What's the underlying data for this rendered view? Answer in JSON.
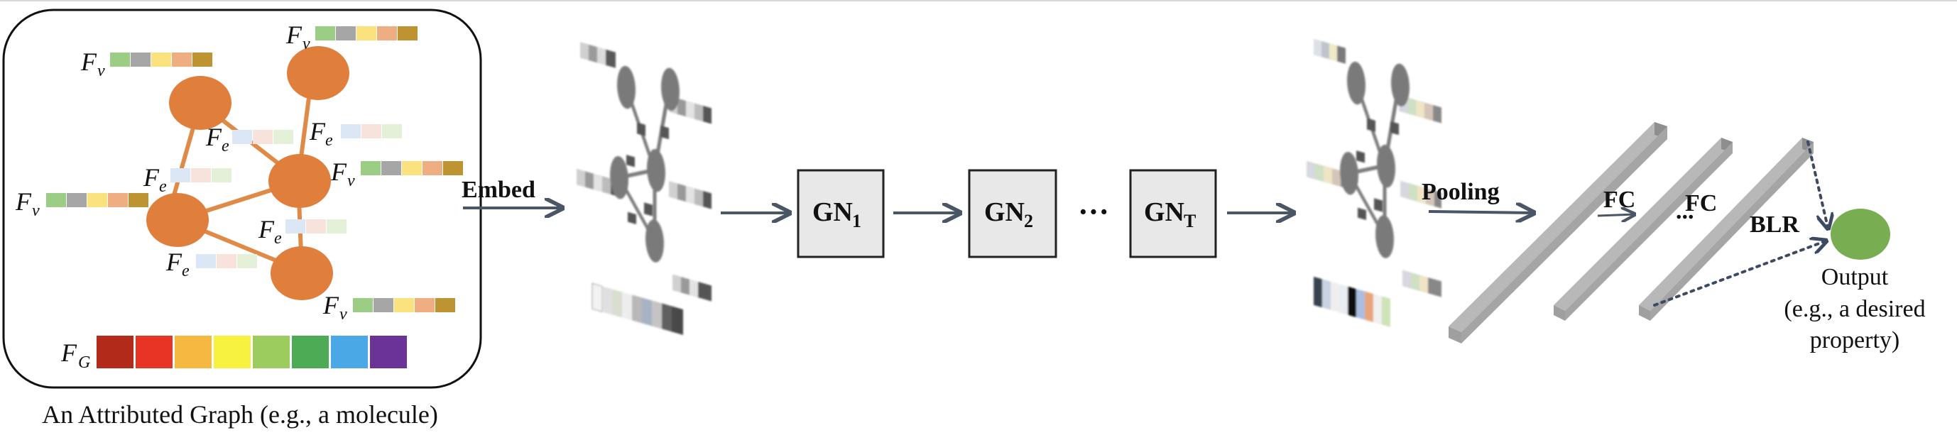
{
  "graph_caption": "An Attributed Graph (e.g., a molecule)",
  "feature_labels": {
    "node": "F",
    "node_sub": "v",
    "edge": "F",
    "edge_sub": "e",
    "graph": "F",
    "graph_sub": "G"
  },
  "steps": {
    "embed": "Embed",
    "pooling": "Pooling",
    "ellipsis": "···",
    "gn_main": "GN",
    "gn_subs": [
      "1",
      "2",
      "T"
    ]
  },
  "readout": {
    "fc1": "FC",
    "fc2": "FC",
    "dots": "...",
    "blr": "BLR"
  },
  "output": {
    "line1": "Output",
    "line2": "(e.g., a desired",
    "line3": "property)"
  },
  "colors": {
    "node": "#e07f3c",
    "edge": "#e08a48",
    "output_node": "#79ad52",
    "arrow": "#4a5565",
    "graph_feature": [
      "#b22a1a",
      "#e73425",
      "#f5b841",
      "#f7f240",
      "#9ccc5d",
      "#4daa55",
      "#4aa8e6",
      "#6b3398"
    ]
  }
}
